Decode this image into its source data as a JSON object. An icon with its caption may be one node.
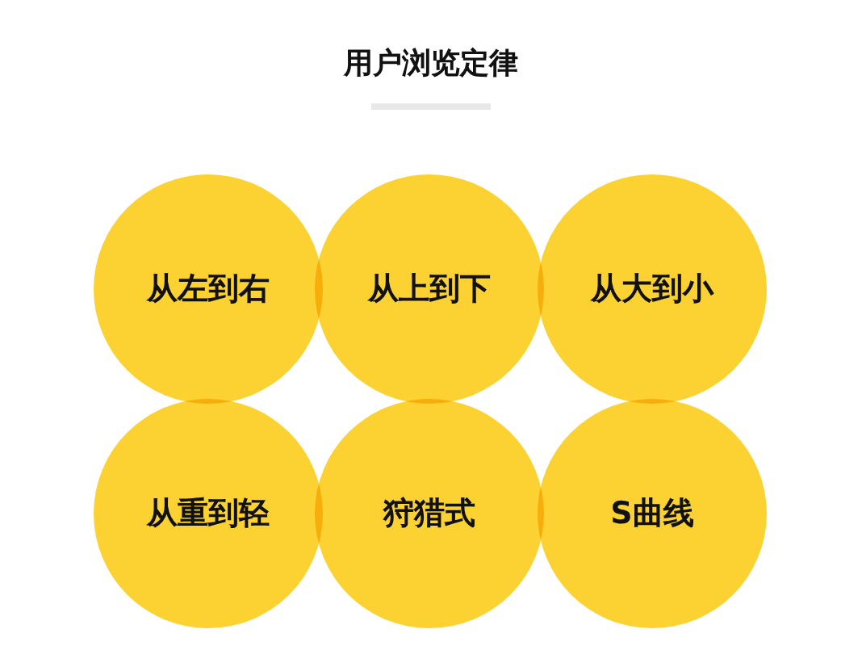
{
  "diagram": {
    "title": "用户浏览定律",
    "nodes": [
      {
        "text": [
          "从左到右"
        ]
      },
      {
        "text": [
          "从上到下"
        ]
      },
      {
        "text": [
          "从大到小"
        ]
      },
      {
        "text": [
          "从重到轻"
        ]
      },
      {
        "text": [
          "狩猎式"
        ]
      },
      {
        "text": [
          "S曲线"
        ]
      }
    ]
  }
}
